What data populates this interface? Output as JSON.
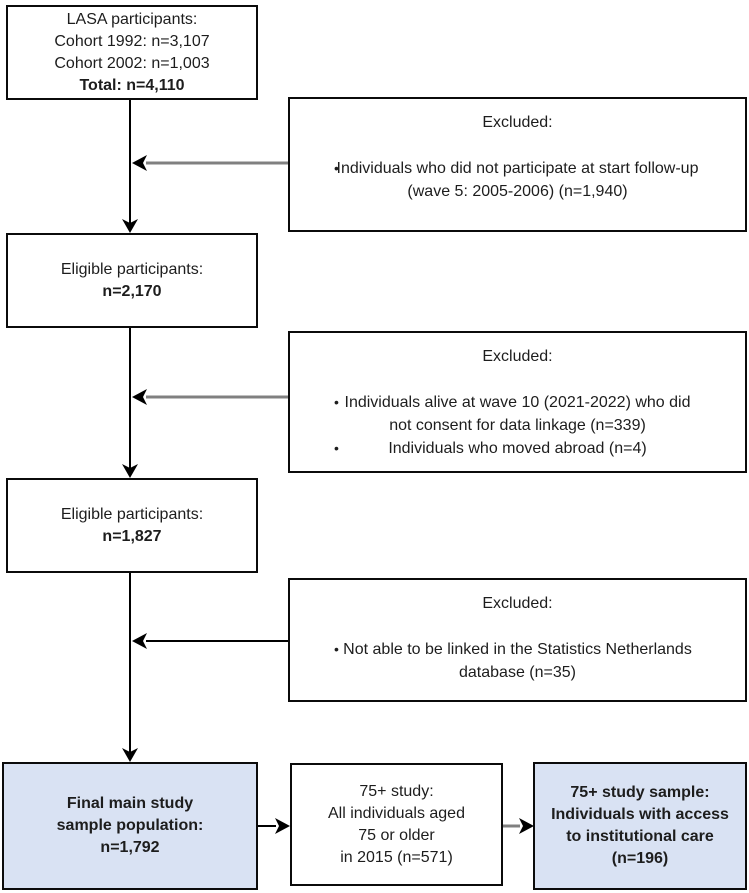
{
  "boxes": {
    "lasa": {
      "line1": "LASA participants:",
      "line2": "Cohort 1992: n=3,107",
      "line3": "Cohort 2002: n=1,003",
      "line4": "Total: n=4,110"
    },
    "excluded1": {
      "title": "Excluded:",
      "bullet1": "Individuals who did not participate at start follow-up (wave 5: 2005-2006) (n=1,940)"
    },
    "eligible1": {
      "line1": "Eligible participants:",
      "line2": "n=2,170"
    },
    "excluded2": {
      "title": "Excluded:",
      "bullet1": "Individuals alive at wave 10 (2021-2022) who did not consent for data linkage (n=339)",
      "bullet2": "Individuals who moved abroad (n=4)"
    },
    "eligible2": {
      "line1": "Eligible participants:",
      "line2": "n=1,827"
    },
    "excluded3": {
      "title": "Excluded:",
      "bullet1": "Not able to be linked in the Statistics Netherlands database (n=35)"
    },
    "final_sample": {
      "line1": "Final main study",
      "line2": "sample population:",
      "line3": "n=1,792"
    },
    "study75": {
      "line1": "75+ study:",
      "line2": "All individuals aged",
      "line3": "75 or older",
      "line4": "in 2015 (n=571)"
    },
    "sample75": {
      "line1": "75+ study sample:",
      "line2": "Individuals with access",
      "line3": "to institutional care",
      "line4": "(n=196)"
    }
  },
  "colors": {
    "highlight_fill": "#d9e2f3",
    "box_border": "#0b0b0b",
    "connector_gray": "#808080",
    "connector_black": "#000000"
  },
  "bullet_glyph": "•"
}
